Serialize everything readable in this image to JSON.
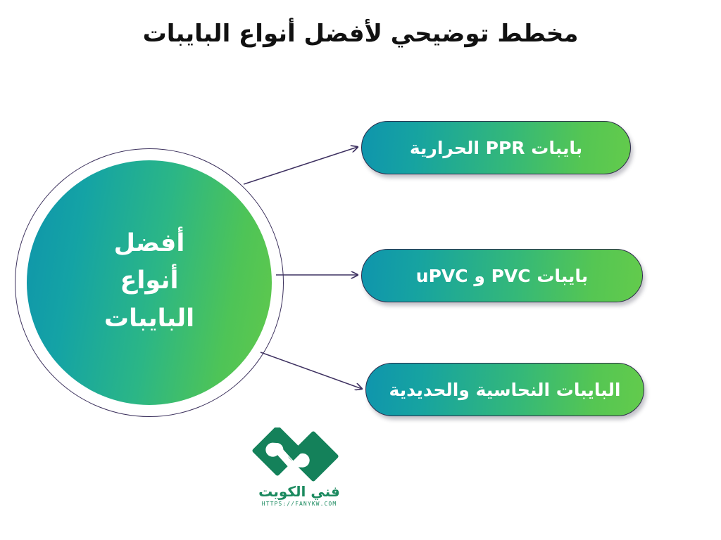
{
  "page": {
    "title": "مخطط توضيحي لأفضل أنواع البايبات",
    "background_color": "#ffffff",
    "direction": "rtl"
  },
  "hub": {
    "label_lines": [
      "أفضل",
      "أنواع",
      "البايبات"
    ],
    "line_1": "أفضل",
    "line_2": "أنواع",
    "line_3": "البايبات",
    "gradient_from": "#0f94ab",
    "gradient_to": "#62c94b",
    "ring_color": "#3a2f5b"
  },
  "nodes": [
    {
      "id": "node-1",
      "label": "بايبات PPR الحرارية",
      "gradient_from": "#0f95ad",
      "gradient_to": "#63cb4c"
    },
    {
      "id": "node-2",
      "label": "بايبات PVC و uPVC",
      "gradient_from": "#0f95ad",
      "gradient_to": "#63cb4c"
    },
    {
      "id": "node-3",
      "label": "البايبات النحاسية والحديدية",
      "gradient_from": "#0f95ad",
      "gradient_to": "#63cb4c"
    }
  ],
  "connectors": {
    "stroke_color": "#3d3060",
    "arrow_style": "open-arrowhead",
    "count": 3
  },
  "logo": {
    "mark": "two-diamonds-wrench-icon",
    "name": "فني الكويت",
    "url": "HTTPS://FANYKW.COM",
    "color": "#14815a"
  },
  "chart_data": {
    "type": "diagram",
    "title": "مخطط توضيحي لأفضل أنواع البايبات",
    "center": "أفضل أنواع البايبات",
    "branches": [
      "بايبات PPR الحرارية",
      "بايبات PVC و uPVC",
      "البايبات النحاسية والحديدية"
    ]
  }
}
